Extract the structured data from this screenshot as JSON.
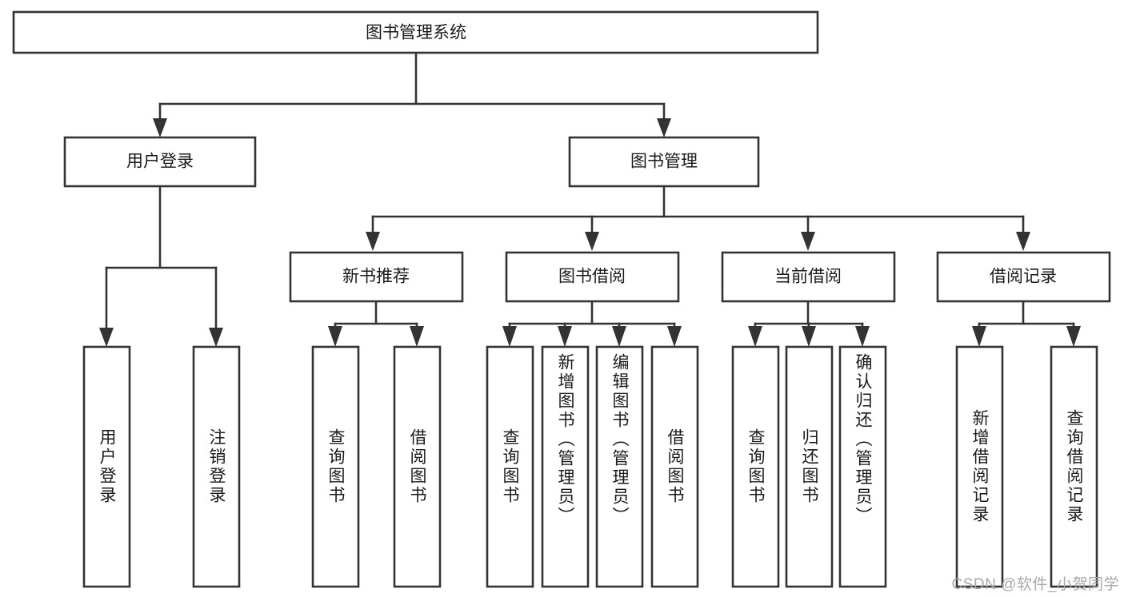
{
  "diagram": {
    "type": "tree",
    "title": "图书管理系统",
    "watermark": "CSDN @软件_小贺同学",
    "colors": {
      "box_stroke": "#333333",
      "box_fill": "#ffffff",
      "text": "#1a1a1a",
      "background": "#ffffff",
      "watermark": "#a8a8a8"
    },
    "root": {
      "label": "图书管理系统"
    },
    "level2": [
      {
        "label": "用户登录"
      },
      {
        "label": "图书管理"
      }
    ],
    "level3": [
      {
        "label": "新书推荐"
      },
      {
        "label": "图书借阅"
      },
      {
        "label": "当前借阅"
      },
      {
        "label": "借阅记录"
      }
    ],
    "leaves": {
      "user_login": [
        {
          "label": "用户登录"
        },
        {
          "label": "注销登录"
        }
      ],
      "new_book_recommend": [
        {
          "label": "查询图书"
        },
        {
          "label": "借阅图书"
        }
      ],
      "book_borrow": [
        {
          "label": "查询图书"
        },
        {
          "label": "新增图书（管理员）"
        },
        {
          "label": "编辑图书（管理员）"
        },
        {
          "label": "借阅图书"
        }
      ],
      "current_borrow": [
        {
          "label": "查询图书"
        },
        {
          "label": "归还图书"
        },
        {
          "label": "确认归还（管理员）"
        }
      ],
      "borrow_record": [
        {
          "label": "新增借阅记录"
        },
        {
          "label": "查询借阅记录"
        }
      ]
    }
  }
}
